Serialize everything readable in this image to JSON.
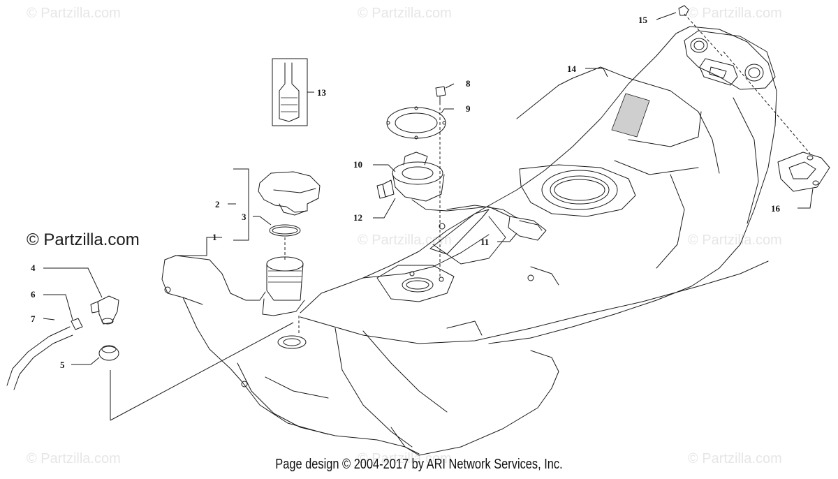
{
  "watermark": {
    "text": "© Partzilla.com",
    "prominent_text": "© Partzilla.com"
  },
  "footer": {
    "text": "Page design © 2004-2017 by ARI Network Services, Inc."
  },
  "callouts": [
    "1",
    "2",
    "3",
    "4",
    "5",
    "6",
    "7",
    "8",
    "9",
    "10",
    "11",
    "12",
    "13",
    "14",
    "15",
    "16"
  ],
  "colors": {
    "line": "#1a1a1a",
    "watermark": "#e6e6e6",
    "decal": "#c8c8c8"
  }
}
